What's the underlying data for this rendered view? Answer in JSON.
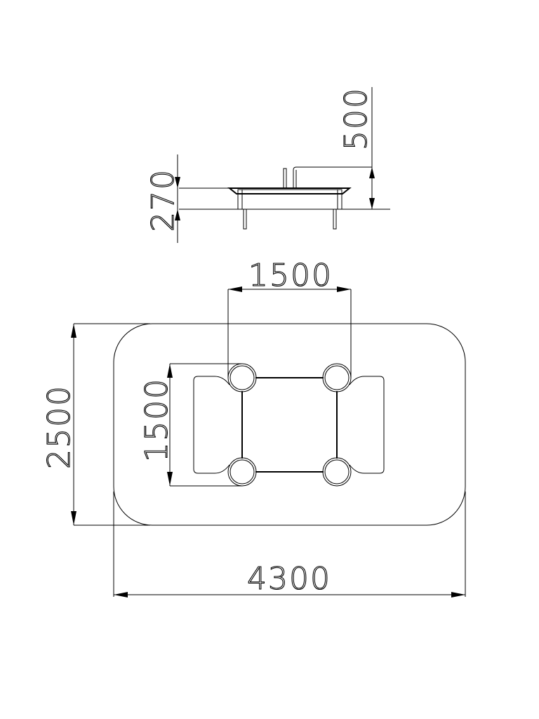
{
  "dimensions": {
    "top_post_height": "500",
    "side_height": "270",
    "post_spacing_horizontal": "1500",
    "overall_width": "2500",
    "post_spacing_vertical": "1500",
    "overall_length": "4300"
  },
  "colors": {
    "line": "#000000",
    "background": "#ffffff"
  }
}
